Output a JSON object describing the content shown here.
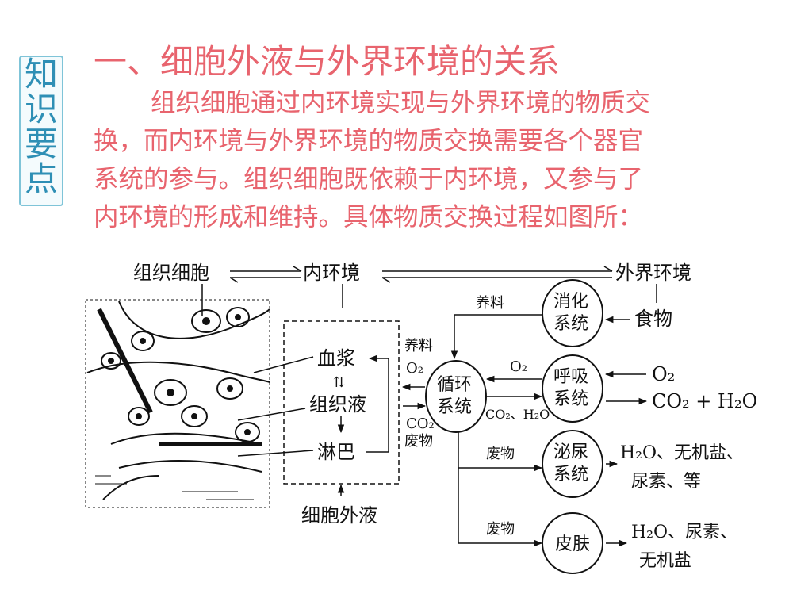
{
  "side_label": [
    "知",
    "识",
    "要",
    "点"
  ],
  "title": "一、细胞外液与外界环境的关系",
  "paragraph_lines": [
    "组织细胞通过内环境实现与外界环境的物质交",
    "换，而内环境与外界环境的物质交换需要各个器官",
    "系统的参与。组织细胞既依赖于内环境，又参与了",
    "内环境的形成和维持。具体物质交换过程如图所："
  ],
  "diagram": {
    "top_row": {
      "cell": "组织细胞",
      "internal_env": "内环境",
      "external_env": "外界环境"
    },
    "fluids": {
      "plasma": "血浆",
      "tissue_fluid": "组织液",
      "lymph": "淋巴",
      "exchange_symbol": "⇅",
      "caption": "细胞外液"
    },
    "circulatory": [
      "循环",
      "系统"
    ],
    "organs": {
      "digestive": [
        "消化",
        "系统"
      ],
      "respiratory": [
        "呼吸",
        "系统"
      ],
      "urinary": [
        "泌尿",
        "系统"
      ],
      "skin": "皮肤"
    },
    "arrow_labels": {
      "nutrients_top": "养料",
      "nutrients_left": "养料",
      "o2_left": "O₂",
      "co2_left": "CO₂",
      "waste_left": "废物",
      "o2_mid": "O₂",
      "co2_h2o_mid": "CO₂、H₂O",
      "waste_urinary": "废物",
      "waste_skin": "废物"
    },
    "outside": {
      "food": "食物",
      "o2_in": "O₂",
      "co2_out": "CO₂ + H₂O",
      "urinary_out_1": "H₂O、无机盐、",
      "urinary_out_2": "尿素、等",
      "skin_out_1": "H₂O、尿素、",
      "skin_out_2": "无机盐"
    }
  }
}
